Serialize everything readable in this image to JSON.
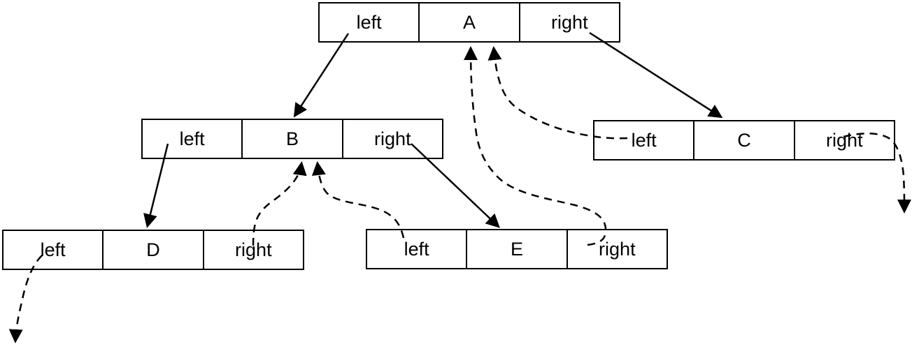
{
  "diagram": {
    "background": "#ffffff",
    "stroke_color": "#000000",
    "nodes": {
      "A": {
        "left_label": "left",
        "value": "A",
        "right_label": "right"
      },
      "B": {
        "left_label": "left",
        "value": "B",
        "right_label": "right"
      },
      "C": {
        "left_label": "left",
        "value": "C",
        "right_label": "right"
      },
      "D": {
        "left_label": "left",
        "value": "D",
        "right_label": "right"
      },
      "E": {
        "left_label": "left",
        "value": "E",
        "right_label": "right"
      }
    },
    "edges": [
      {
        "id": "a-left-to-b",
        "from": "A.left",
        "to": "B",
        "style": "solid"
      },
      {
        "id": "a-right-to-c",
        "from": "A.right",
        "to": "C",
        "style": "solid"
      },
      {
        "id": "b-left-to-d",
        "from": "B.left",
        "to": "D",
        "style": "solid"
      },
      {
        "id": "b-right-to-e",
        "from": "B.right",
        "to": "E",
        "style": "solid"
      },
      {
        "id": "d-right-thread-to-b",
        "from": "D.right",
        "to": "B",
        "style": "dashed"
      },
      {
        "id": "e-left-thread-to-b",
        "from": "E.left",
        "to": "B",
        "style": "dashed"
      },
      {
        "id": "e-right-thread-to-a",
        "from": "E.right",
        "to": "A",
        "style": "dashed"
      },
      {
        "id": "c-left-thread-to-a",
        "from": "C.left",
        "to": "A",
        "style": "dashed"
      },
      {
        "id": "d-left-thread-offscreen",
        "from": "D.left",
        "to": "offscreen-bottom-left",
        "style": "dashed"
      },
      {
        "id": "c-right-thread-offscreen",
        "from": "C.right",
        "to": "offscreen-bottom-right",
        "style": "dashed"
      }
    ]
  }
}
